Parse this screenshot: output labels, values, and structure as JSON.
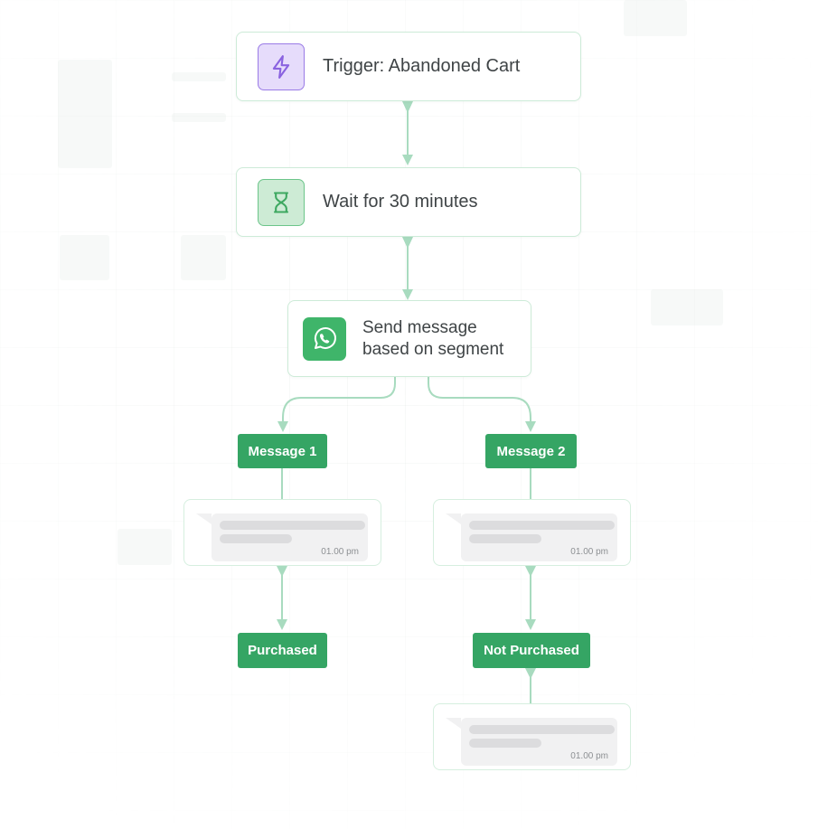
{
  "flow": {
    "trigger": {
      "label": "Trigger: Abandoned Cart",
      "icon": "lightning-bolt-icon"
    },
    "wait": {
      "label": "Wait for 30 minutes",
      "icon": "hourglass-icon"
    },
    "send": {
      "label_line1": "Send message",
      "label_line2": "based on segment",
      "icon": "whatsapp-icon"
    },
    "branches": [
      {
        "tag": "Message 1",
        "card": {
          "time": "01.00 pm"
        },
        "outcome": "Purchased"
      },
      {
        "tag": "Message 2",
        "card": {
          "time": "01.00 pm"
        },
        "outcome": "Not Purchased",
        "followup_card": {
          "time": "01.00 pm"
        }
      }
    ]
  },
  "colors": {
    "accent_green": "#35a564",
    "connector": "#a8dbbf",
    "node_border": "#cdebd8",
    "trigger_icon_bg": "#e6dcfb",
    "trigger_icon_stroke": "#8a63e0",
    "wait_icon_bg": "#cdebd5",
    "wait_icon_stroke": "#3ea861",
    "whatsapp_green": "#3fb56a"
  }
}
